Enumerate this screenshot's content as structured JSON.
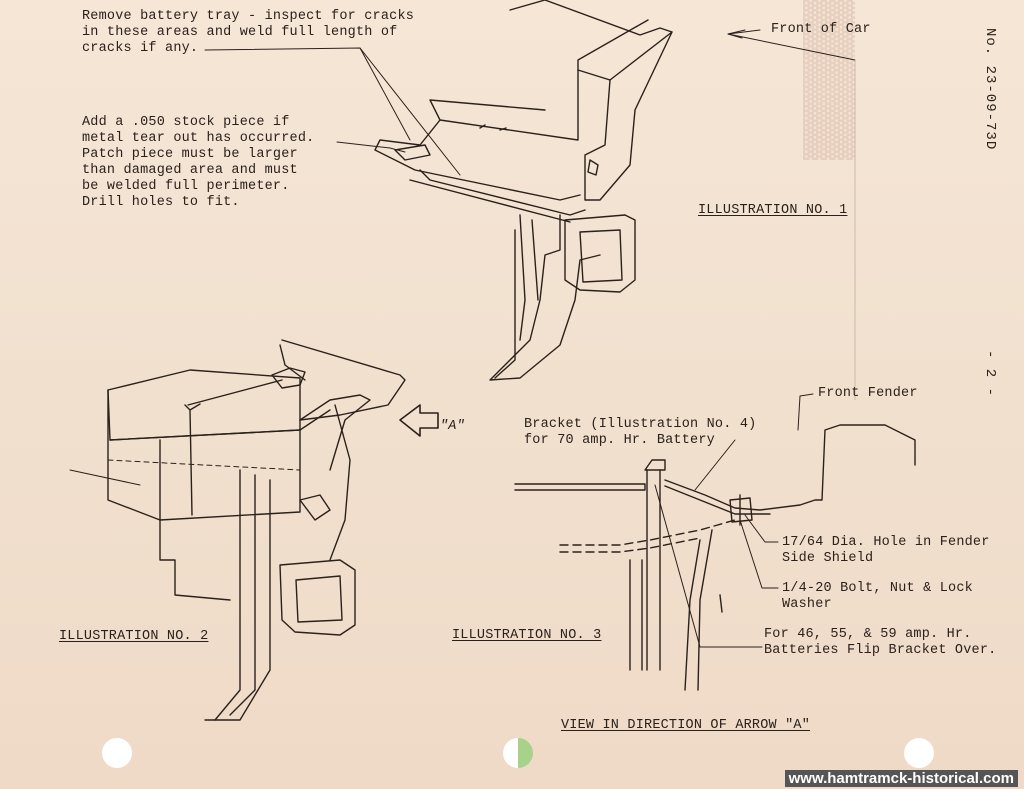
{
  "bulletin_number": "No. 23-09-73D",
  "page_number": "- 2 -",
  "labels": {
    "front_of_car": "Front of Car",
    "remove_tray": "Remove battery tray - inspect for cracks\nin these areas and weld full length of\ncracks if any.",
    "add_stock": "Add a .050 stock piece if\nmetal tear out has occurred.\nPatch piece must be larger\nthan damaged area and must\nbe welded full perimeter.\nDrill holes to fit.",
    "arrow_a": "\"A\"",
    "front_fender": "Front Fender",
    "bracket": "Bracket (Illustration No. 4)\nfor 70 amp. Hr. Battery",
    "hole": "17/64 Dia. Hole in Fender\nSide Shield",
    "bolt": "1/4-20 Bolt, Nut & Lock\nWasher",
    "flip": "For 46, 55, & 59 amp. Hr.\nBatteries Flip Bracket Over."
  },
  "illustrations": {
    "ill1": "ILLUSTRATION NO. 1",
    "ill2": "ILLUSTRATION NO. 2",
    "ill3": "ILLUSTRATION NO. 3",
    "view": "VIEW IN DIRECTION OF ARROW \"A\""
  },
  "watermark": "www.hamtramck-historical.com",
  "colors": {
    "paper": "#f3e2d2",
    "ink": "#2a211c",
    "bleed": "#d9b7a8"
  }
}
